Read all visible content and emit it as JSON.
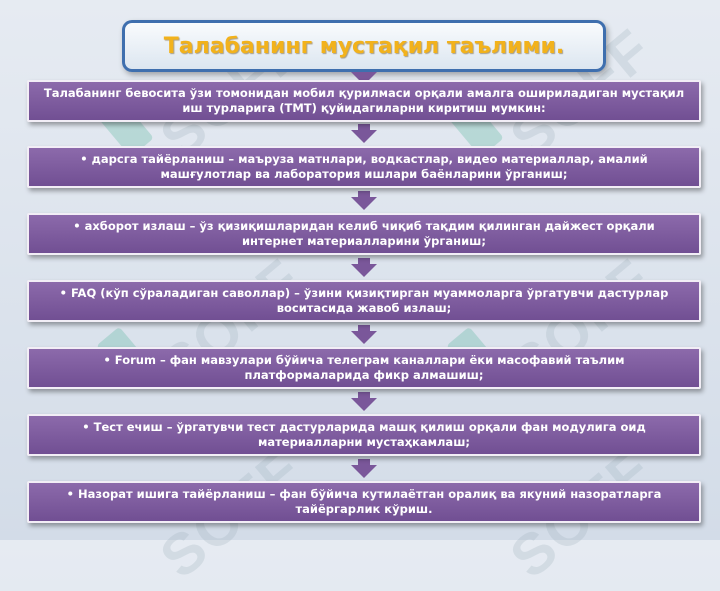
{
  "title": "Талабанинг мустақил таълими.",
  "watermark": "SOFF",
  "items": [
    "Талабанинг бевосита ўзи томонидан мобил қурилмаси орқали амалга ошириладиган мустақил иш турларига (ТМТ) қуйидагиларни киритиш мумкин:",
    "• дарсга тайёрланиш – маъруза матнлари, водкастлар, видео материаллар, амалий машғулотлар ва лаборатория ишлари баёнларини ўрганиш;",
    "• ахборот излаш – ўз қизиқишларидан келиб чиқиб тақдим қилинган дайжест орқали интернет материалларини ўрганиш;",
    "• FAQ (кўп сўраладиган саволлар) – ўзини қизиқтирган муаммоларга ўргатувчи дастурлар воситасида жавоб излаш;",
    "• Forum – фан мавзулари бўйича телеграм каналлари ёки масофавий таълим платформаларида фикр алмашиш;",
    "• Тест ечиш – ўргатувчи тест дастурларида машқ қилиш орқали фан модулига оид материалларни мустаҳкамлаш;",
    "• Назорат ишига тайёрланиш – фан бўйича кутилаётган оралиқ ва якуний назоратларга тайёргарлик кўриш."
  ],
  "colors": {
    "title_text": "#f2b21c",
    "title_border": "#3f6fae",
    "box_fill": "#7d5c9e",
    "box_border": "#f2eef6",
    "arrow": "#7a579a"
  }
}
